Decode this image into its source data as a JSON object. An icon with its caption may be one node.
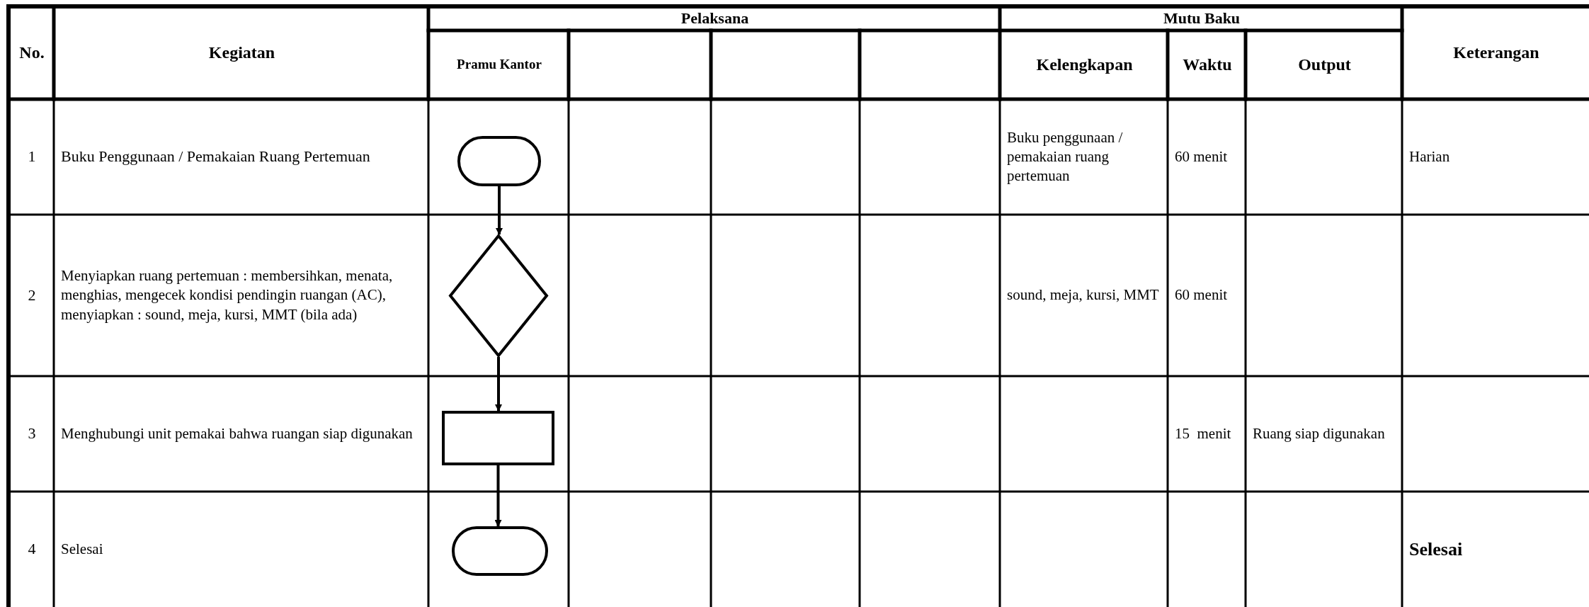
{
  "diagram": {
    "nodes": [
      {
        "text": [],
        "shape": "capsule"
      },
      {
        "text": [],
        "shape": "diamond"
      },
      {
        "text": [],
        "shape": "box"
      },
      {
        "text": [],
        "shape": "capsule"
      }
    ],
    "edges": [
      {
        "from": 0,
        "to": 1,
        "arrow": "to"
      },
      {
        "from": 1,
        "to": 2,
        "arrow": "to"
      },
      {
        "from": 2,
        "to": 3,
        "arrow": "to"
      }
    ],
    "labels": [
      "No.",
      "Kegiatan",
      "Pelaksana",
      "Mutu Baku",
      "Keterangan",
      "Pramu Kantor",
      "Kelengkapan",
      "Waktu",
      "Output",
      "1",
      "Buku Penggunaan / Pemakaian Ruang Pertemuan",
      "Buku penggunaan / pemakaian ruang pertemuan",
      "60 menit",
      "Harian",
      "2",
      "Menyiapkan ruang pertemuan : membersihkan, menata, menghias, mengecek kondisi pendingin ruangan (AC), menyiapkan : sound, meja, kursi, MMT (bila ada)",
      "sound, meja, kursi, MMT",
      "60 menit",
      "3",
      "Menghubungi unit pemakai bahwa ruangan siap digunakan",
      "15  menit",
      "Ruang siap digunakan",
      "4",
      "Selesai",
      "Selesai"
    ]
  }
}
